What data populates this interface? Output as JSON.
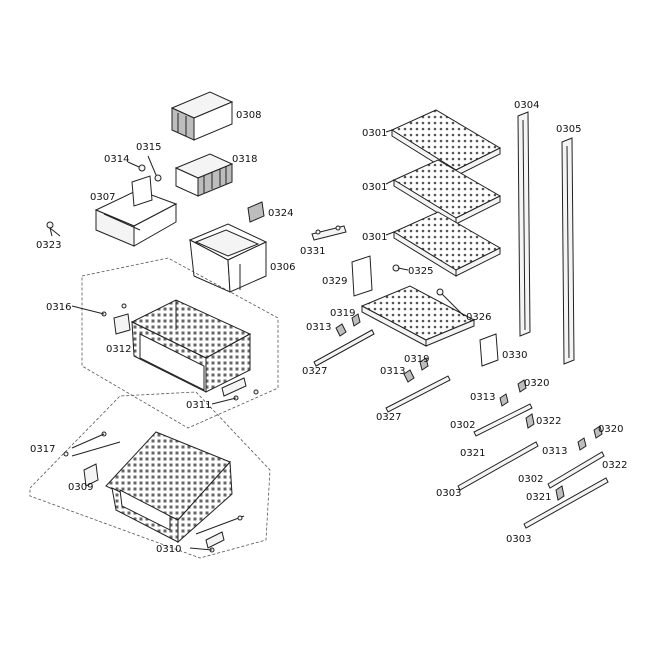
{
  "labels": {
    "p0301a": "0301",
    "p0301b": "0301",
    "p0301c": "0301",
    "p0302a": "0302",
    "p0302b": "0302",
    "p0303a": "0303",
    "p0303b": "0303",
    "p0304": "0304",
    "p0305": "0305",
    "p0306": "0306",
    "p0307": "0307",
    "p0308": "0308",
    "p0309": "0309",
    "p0310": "0310",
    "p0311": "0311",
    "p0312": "0312",
    "p0313a": "0313",
    "p0313b": "0313",
    "p0313c": "0313",
    "p0313d": "0313",
    "p0314": "0314",
    "p0315": "0315",
    "p0316": "0316",
    "p0317": "0317",
    "p0318": "0318",
    "p0319a": "0319",
    "p0319b": "0319",
    "p0320a": "0320",
    "p0320b": "0320",
    "p0321a": "0321",
    "p0321b": "0321",
    "p0322a": "0322",
    "p0322b": "0322",
    "p0323": "0323",
    "p0324": "0324",
    "p0325": "0325",
    "p0326": "0326",
    "p0327a": "0327",
    "p0327b": "0327",
    "p0329": "0329",
    "p0330": "0330",
    "p0331": "0331"
  }
}
